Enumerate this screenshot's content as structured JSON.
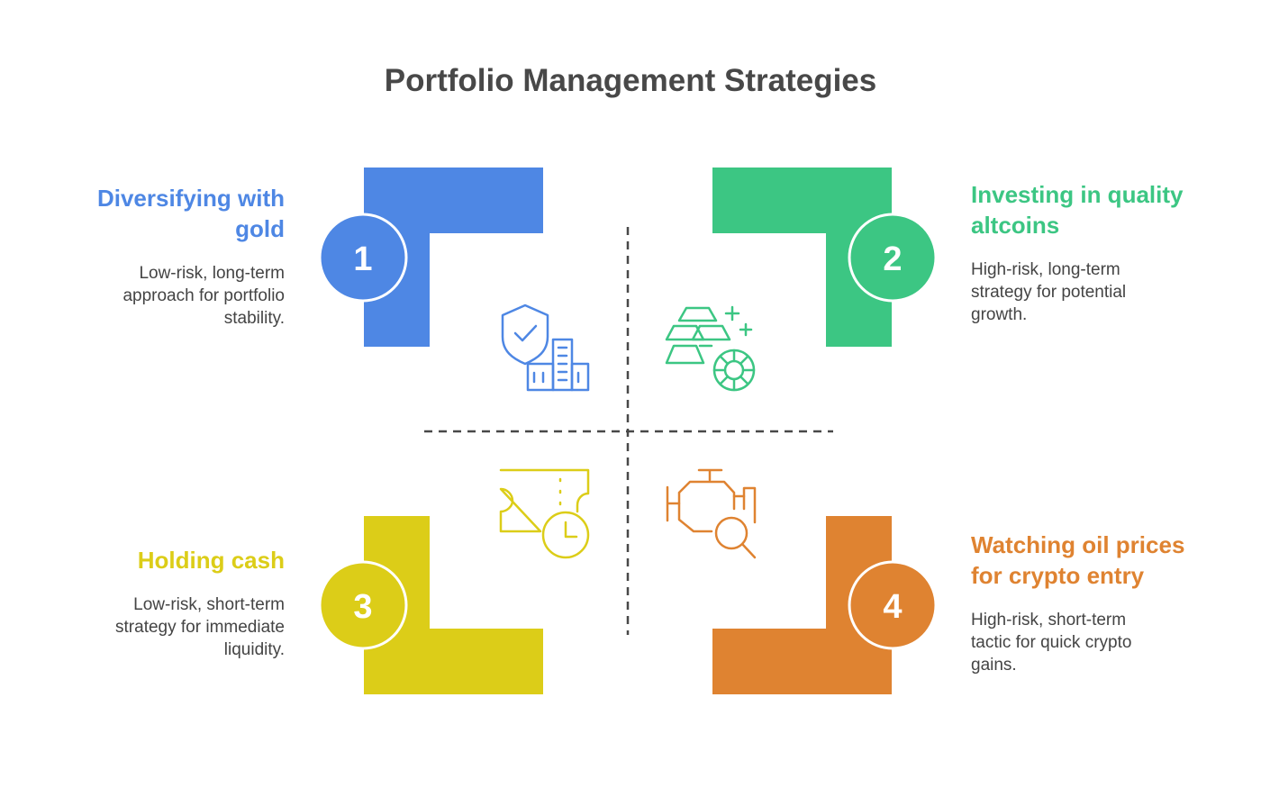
{
  "title": "Portfolio Management Strategies",
  "colors": {
    "blue": "#4e87e4",
    "green": "#3cc683",
    "yellow": "#dccd18",
    "orange": "#df8331",
    "divider": "#484848"
  },
  "quadrants": [
    {
      "number": "1",
      "heading": "Diversifying with gold",
      "description": "Low-risk, long-term approach for portfolio stability.",
      "icon": "shield-buildings-icon"
    },
    {
      "number": "2",
      "heading": "Investing in quality altcoins",
      "description": "High-risk, long-term strategy for potential growth.",
      "icon": "gold-bars-coin-icon"
    },
    {
      "number": "3",
      "heading": "Holding cash",
      "description": "Low-risk, short-term strategy for immediate liquidity.",
      "icon": "ticket-clock-icon"
    },
    {
      "number": "4",
      "heading": "Watching oil prices for crypto entry",
      "description": "High-risk, short-term tactic for quick crypto gains.",
      "icon": "engine-search-icon"
    }
  ]
}
